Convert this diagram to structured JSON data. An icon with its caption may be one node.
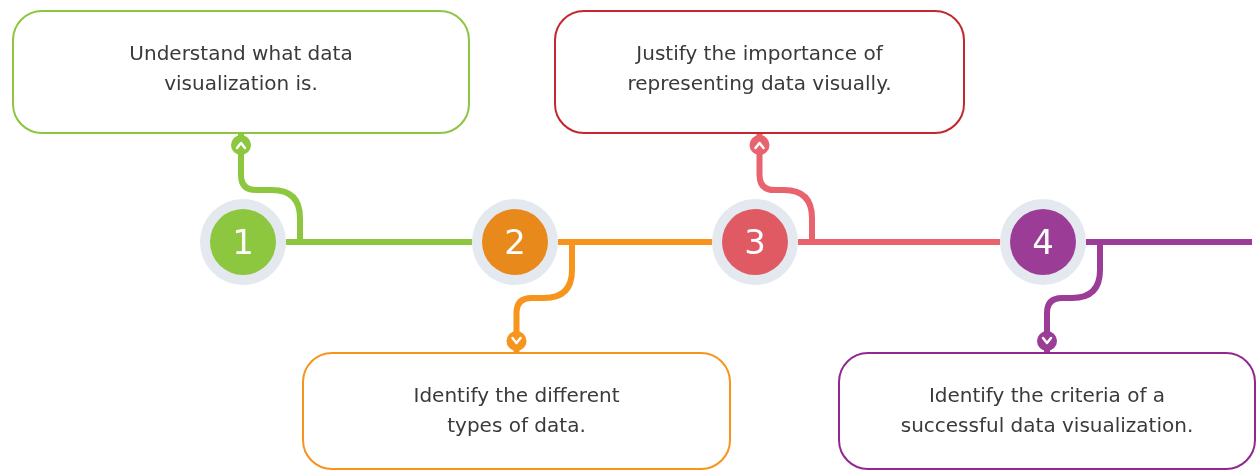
{
  "diagram": {
    "nodes": [
      {
        "text": [
          "Understand what data visualization is."
        ]
      },
      {
        "text": [
          "Identify the different types of data."
        ]
      },
      {
        "text": [
          "Justify the importance of representing data visually."
        ]
      },
      {
        "text": [
          "Identify the criteria of a successful data visualization."
        ]
      },
      {
        "text": [
          "1"
        ]
      },
      {
        "text": [
          "2"
        ]
      },
      {
        "text": [
          "3"
        ]
      },
      {
        "text": [
          "4"
        ]
      }
    ],
    "edges": [
      {
        "from": 4,
        "to": 5,
        "arrow": "none",
        "color": "#8dc63f"
      },
      {
        "from": 5,
        "to": 6,
        "arrow": "none",
        "color": "#f7941d"
      },
      {
        "from": 6,
        "to": 7,
        "arrow": "none",
        "color": "#e8636d"
      },
      {
        "from": 7,
        "to": null,
        "arrow": "none",
        "color": "#9b3d96"
      },
      {
        "from": 4,
        "to": 0,
        "arrow": "other",
        "color": "#8dc63f"
      },
      {
        "from": 5,
        "to": 1,
        "arrow": "other",
        "color": "#f7941d"
      },
      {
        "from": 6,
        "to": 2,
        "arrow": "other",
        "color": "#e8636d"
      },
      {
        "from": 7,
        "to": 3,
        "arrow": "other",
        "color": "#9b3d96"
      }
    ]
  }
}
